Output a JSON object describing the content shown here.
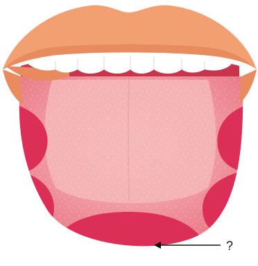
{
  "diagram": {
    "question_label": "?",
    "colors": {
      "lips": "#f2a072",
      "lips_shadow": "#e88b5e",
      "teeth": "#ffffff",
      "mouth_interior": "#d23a55",
      "tongue_base": "#ef8f97",
      "tongue_center": "#f4b3b5",
      "taste_region": "#dc2f58",
      "arrow": "#111111"
    },
    "parts": [
      "lips",
      "teeth",
      "tongue",
      "taste-regions",
      "question-arrow"
    ]
  }
}
